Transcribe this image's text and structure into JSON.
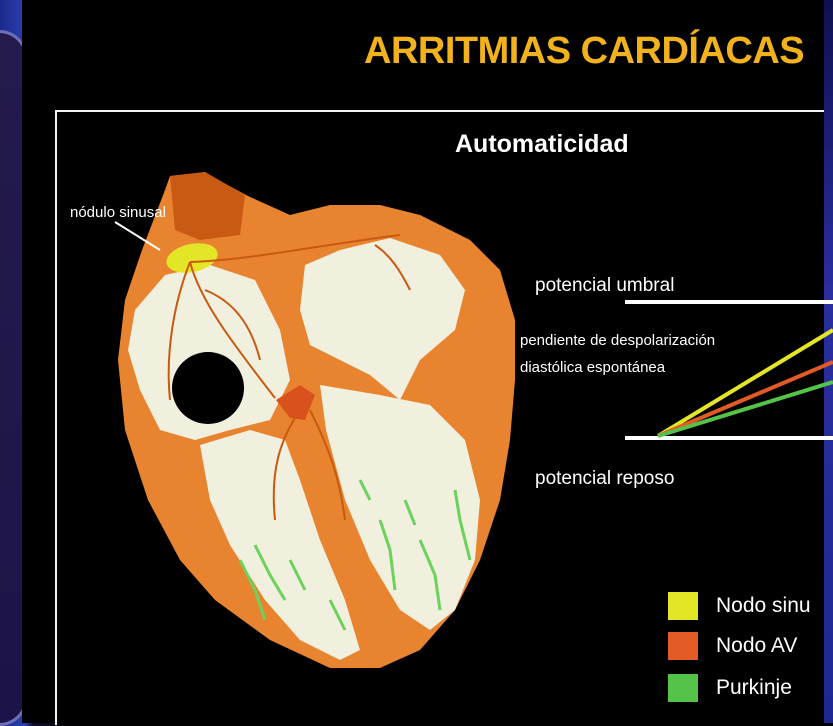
{
  "slide": {
    "title": "ARRITMIAS CARDÍACAS",
    "subtitle": "Automaticidad"
  },
  "heart": {
    "sinus_node_label": "nódulo sinusal"
  },
  "graph": {
    "threshold_label": "potencial umbral",
    "slope_label_line1": "pendiente de despolarización",
    "slope_label_line2": "diastólica espontánea",
    "rest_label": "potencial reposo"
  },
  "legend": [
    {
      "label": "Nodo sinu",
      "color": "#e2e626"
    },
    {
      "label": "Nodo AV",
      "color": "#e25a24"
    },
    {
      "label": "Purkinje",
      "color": "#55c24a"
    }
  ],
  "colors": {
    "title": "#f2b21c",
    "heart_tissue": "#e8842f",
    "heart_chamber": "#f1efde",
    "conduction": "#c85a10"
  }
}
